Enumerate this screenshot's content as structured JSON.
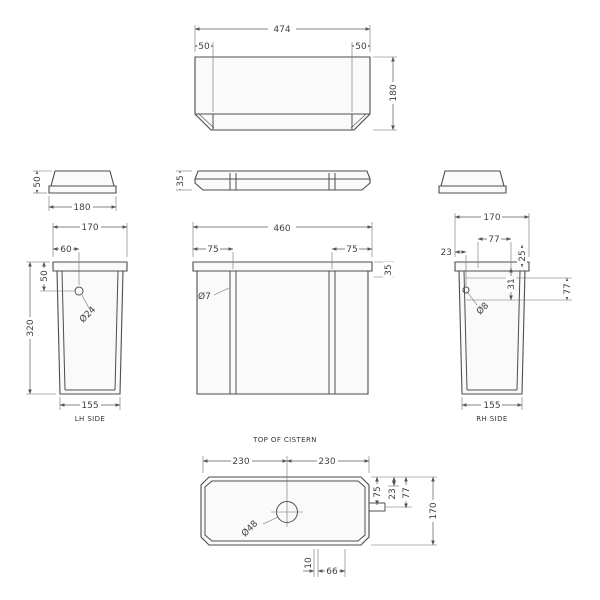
{
  "views": {
    "lid_plan": {
      "dim_width": "474",
      "dim_left": "50",
      "dim_right": "50",
      "dim_depth": "180"
    },
    "lid_side_lh": {
      "dim_height": "50",
      "dim_width": "180"
    },
    "lid_front": {
      "dim_height": "35"
    },
    "lh_side": {
      "label": "LH SIDE",
      "dim_top_width": "170",
      "dim_hole_x": "60",
      "dim_hole_y": "50",
      "dim_height": "320",
      "dim_bottom_width": "155",
      "dim_hole_dia": "Ø24"
    },
    "front": {
      "dim_width": "460",
      "dim_left_web": "75",
      "dim_right_web": "75",
      "dim_hole_dia": "Ø7",
      "dim_lid_height": "35"
    },
    "rh_side": {
      "label": "RH SIDE",
      "dim_top_width": "170",
      "dim_hole_span": "77",
      "dim_edge_offset": "23",
      "dim_a": "25",
      "dim_b": "31",
      "dim_c": "77",
      "dim_hole_dia": "Ø8",
      "dim_bottom_width": "155"
    },
    "cistern_plan": {
      "label": "TOP OF CISTERN",
      "dim_left_half": "230",
      "dim_right_half": "230",
      "dim_a": "75",
      "dim_b": "23",
      "dim_c": "77",
      "dim_depth": "170",
      "dim_hole_dia": "Ø48",
      "dim_d": "10",
      "dim_e": "66"
    }
  }
}
